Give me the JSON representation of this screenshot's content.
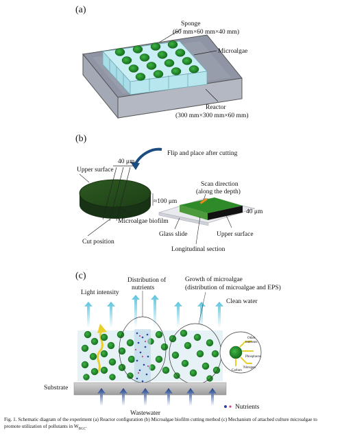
{
  "panel_a": {
    "tag": "(a)",
    "sponge_label": "Sponge",
    "sponge_size": "(60 mm×60 mm×40 mm)",
    "microalgae_label": "Microalgae",
    "reactor_label": "Reactor",
    "reactor_size": "(300 mm×300 mm×60 mm)"
  },
  "panel_b": {
    "tag": "(b)",
    "flip_label": "Flip and place after cutting",
    "width_40": "40 μm",
    "upper_surface_left": "Upper surface",
    "thickness_100": "≈100 μm",
    "biofilm_label": "Microalgae biofilm",
    "cut_position": "Cut position",
    "scan_direction": "Scan direction",
    "scan_note": "(along the depth)",
    "depth_40": "40 μm",
    "glass_slide": "Glass slide",
    "upper_surface_right": "Upper surface",
    "longitudinal_section": "Longitudinal section"
  },
  "panel_c": {
    "tag": "(c)",
    "light_intensity": "Light intensity",
    "distribution_line1": "Distribution of",
    "distribution_line2": "nutrients",
    "growth_line1": "Growth of microalgae",
    "growth_line2": "(distribution of microalgae and EPS)",
    "clean_water": "Clean water",
    "substrate": "Substrate",
    "wastewater": "Wastewater",
    "nutrients_legend": "Nutrients",
    "inset_other1": "Other",
    "inset_other2": "nutrients",
    "inset_phosphorus": "Phosphorus",
    "inset_nitrogen": "Nitrogen",
    "inset_carbon": "Carbon"
  },
  "caption": {
    "line1": "Fig. 1. Schematic diagram of the experiment (a) Reactor configuration (b) Microalgae biofilm cutting method (c) Mechanism of attached culture microalgae to",
    "line2": "promote utilization of pollutants in W"
  },
  "colors": {
    "algae": "#1f8a2a",
    "algae_dark": "#1d4a1d",
    "sponge": "#bfeaf2",
    "reactor": "#9aa0ae",
    "arrow": "#7fd0e4",
    "water_arrow": "#1a3f8a",
    "light": "#e9cf2c",
    "substrate": "#b8b8b8"
  }
}
